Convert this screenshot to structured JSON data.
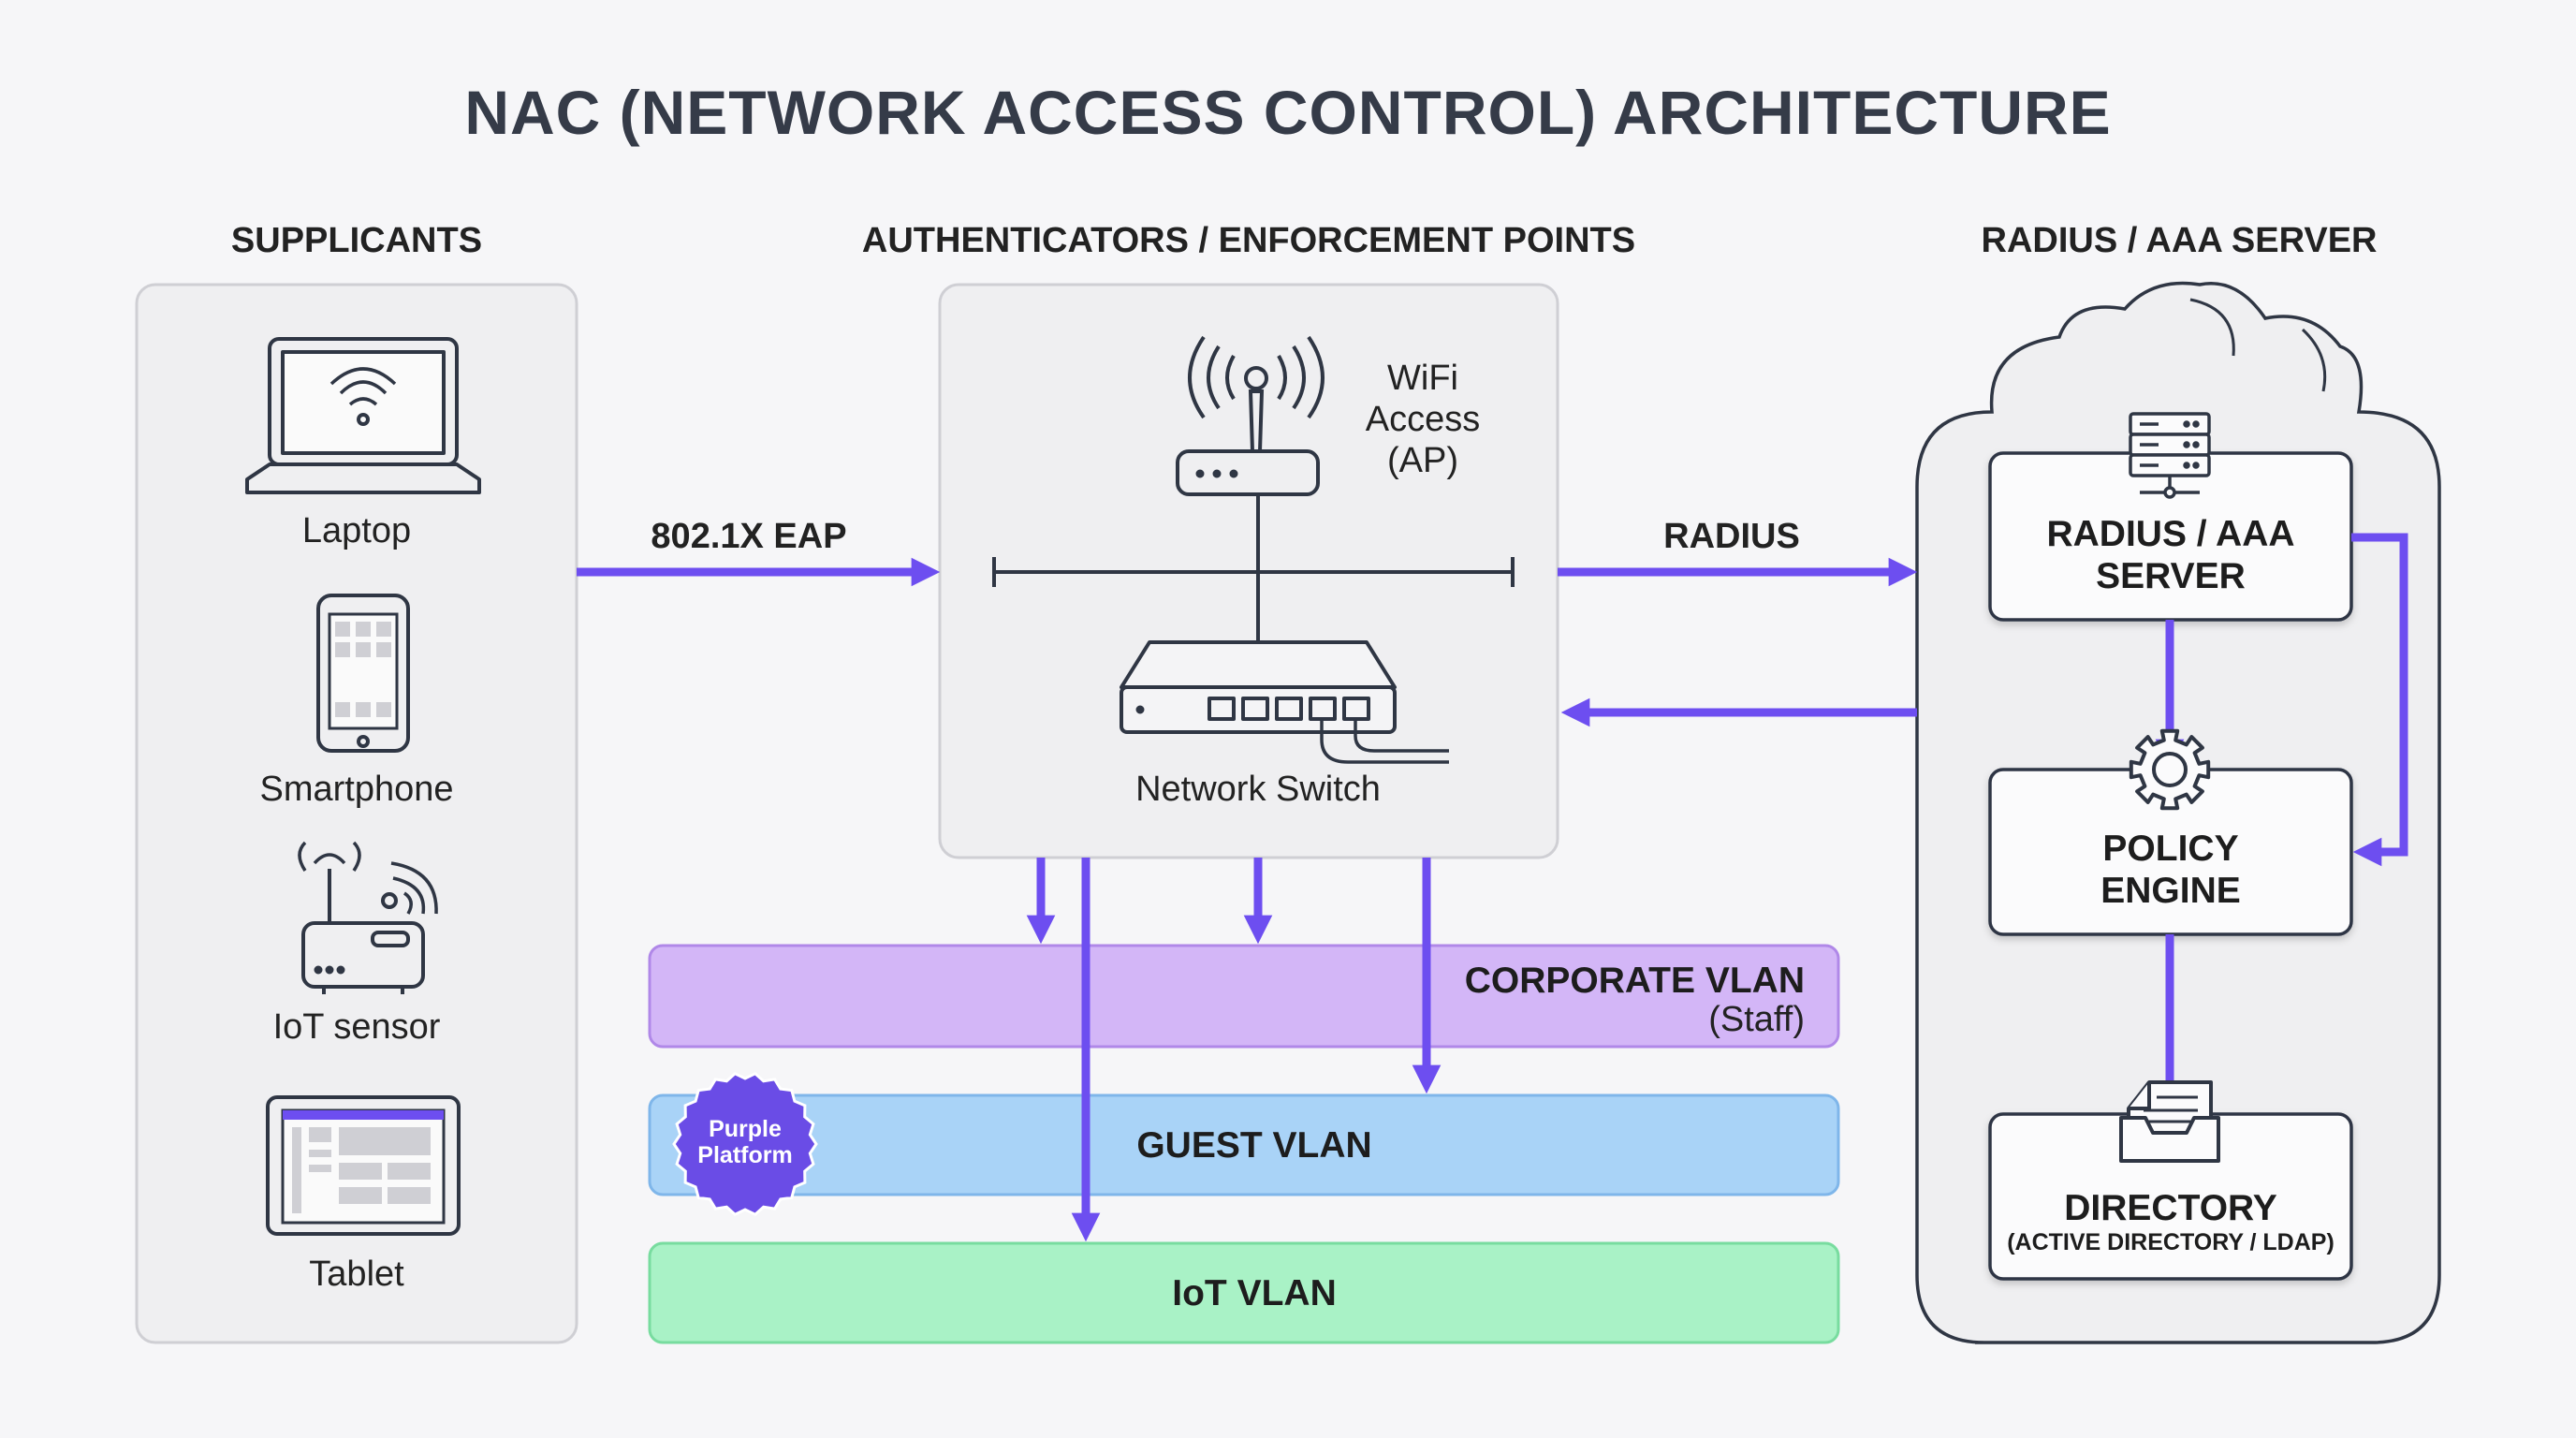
{
  "title": "NAC (NETWORK ACCESS CONTROL) ARCHITECTURE",
  "columns": {
    "supplicants": "SUPPLICANTS",
    "authenticators": "AUTHENTICATORS / ENFORCEMENT POINTS",
    "radius_server": "RADIUS / AAA SERVER"
  },
  "supplicants": [
    "Laptop",
    "Smartphone",
    "IoT sensor",
    "Tablet"
  ],
  "authenticators": {
    "ap_label": "WiFi\nAccess\n(AP)",
    "switch_label": "Network Switch"
  },
  "flows": {
    "eap": "802.1X EAP",
    "radius": "RADIUS"
  },
  "aaa": {
    "server": "RADIUS / AAA\nSERVER",
    "policy": "POLICY\nENGINE",
    "directory": "DIRECTORY",
    "directory_sub": "(ACTIVE DIRECTORY / LDAP)"
  },
  "vlans": {
    "corporate": "CORPORATE VLAN",
    "corporate_sub": "(Staff)",
    "guest": "GUEST VLAN",
    "iot": "IoT VLAN"
  },
  "badge": "Purple\nPlatform",
  "colors": {
    "accent": "#6d4ef0",
    "corporate_fill": "#d3b6f7",
    "guest_fill": "#a9d3f7",
    "iot_fill": "#a9f2c6",
    "panel_fill": "#efeff1",
    "badge_fill": "#6a4ce6"
  },
  "icons": [
    "laptop-icon",
    "smartphone-icon",
    "iot-sensor-icon",
    "tablet-icon",
    "wifi-ap-icon",
    "network-switch-icon",
    "server-icon",
    "gear-icon",
    "directory-icon"
  ]
}
